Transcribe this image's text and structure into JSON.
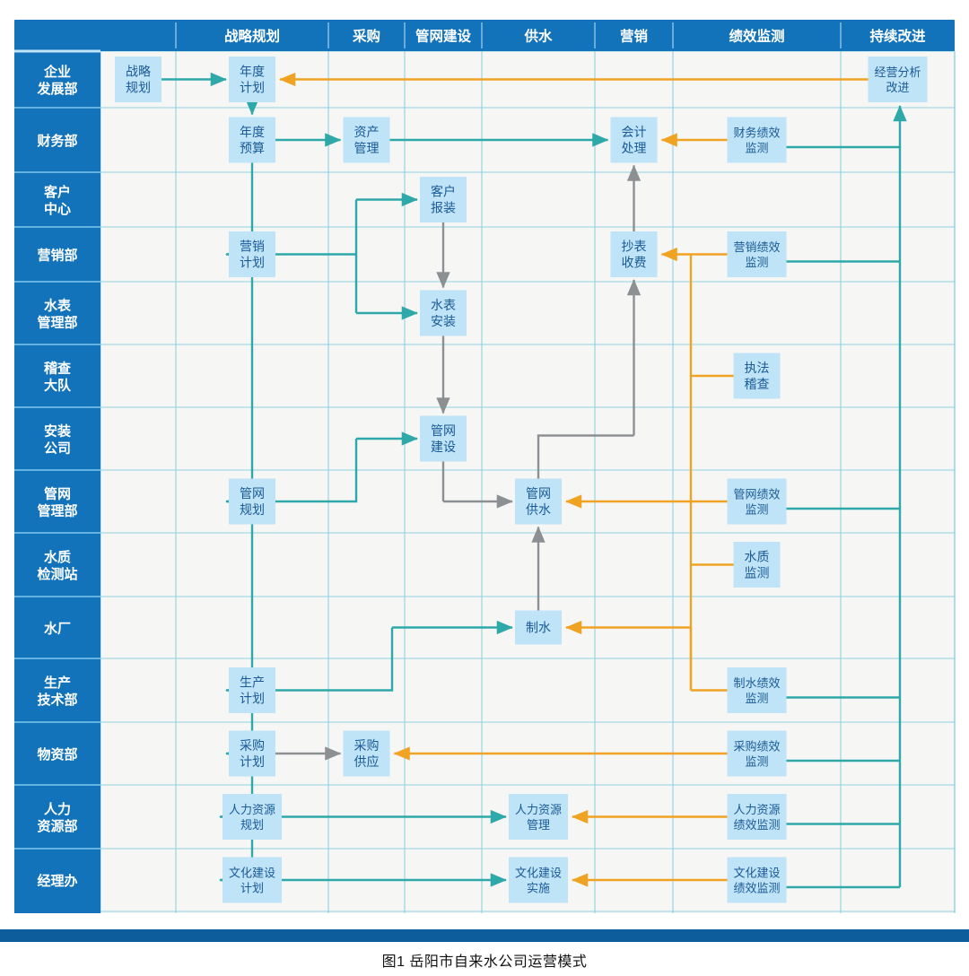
{
  "caption": "图1   岳阳市自来水公司运营模式",
  "colors": {
    "header_blue": "#1273ba",
    "header_blue_dark": "#0d5c9c",
    "bottom_bar": "#0d5c9c",
    "grid_line": "#8fd0e0",
    "cell_bg": "#f6f7f5",
    "node_fill": "#bfe3f7",
    "node_text": "#1a5a96",
    "arrow_teal": "#2fa8aa",
    "arrow_gray": "#8d9093",
    "arrow_orange": "#f0a323"
  },
  "columns": [
    {
      "id": "dept",
      "label": ""
    },
    {
      "id": "blank",
      "label": ""
    },
    {
      "id": "strategy",
      "label": "战略规划"
    },
    {
      "id": "purchase",
      "label": "采购"
    },
    {
      "id": "pipeline",
      "label": "管网建设"
    },
    {
      "id": "supply",
      "label": "供水"
    },
    {
      "id": "market",
      "label": "营销"
    },
    {
      "id": "perf",
      "label": "绩效监测"
    },
    {
      "id": "improve",
      "label": "持续改进"
    }
  ],
  "rows": [
    {
      "id": "r1",
      "label": "企业\n发展部",
      "lines": [
        "企业",
        "发展部"
      ]
    },
    {
      "id": "r2",
      "label": "财务部",
      "lines": [
        "财务部"
      ]
    },
    {
      "id": "r3",
      "label": "客户\n中心",
      "lines": [
        "客户",
        "中心"
      ]
    },
    {
      "id": "r4",
      "label": "营销部",
      "lines": [
        "营销部"
      ]
    },
    {
      "id": "r5",
      "label": "水表\n管理部",
      "lines": [
        "水表",
        "管理部"
      ]
    },
    {
      "id": "r6",
      "label": "稽查\n大队",
      "lines": [
        "稽查",
        "大队"
      ]
    },
    {
      "id": "r7",
      "label": "安装\n公司",
      "lines": [
        "安装",
        "公司"
      ]
    },
    {
      "id": "r8",
      "label": "管网\n管理部",
      "lines": [
        "管网",
        "管理部"
      ]
    },
    {
      "id": "r9",
      "label": "水质\n检测站",
      "lines": [
        "水质",
        "检测站"
      ]
    },
    {
      "id": "r10",
      "label": "水厂",
      "lines": [
        "水厂"
      ]
    },
    {
      "id": "r11",
      "label": "生产\n技术部",
      "lines": [
        "生产",
        "技术部"
      ]
    },
    {
      "id": "r12",
      "label": "物资部",
      "lines": [
        "物资部"
      ]
    },
    {
      "id": "r13",
      "label": "人力\n资源部",
      "lines": [
        "人力",
        "资源部"
      ]
    },
    {
      "id": "r14",
      "label": "经理办",
      "lines": [
        "经理办"
      ]
    }
  ],
  "nodes": [
    {
      "id": "n_strategy_plan",
      "lines": [
        "战略",
        "规划"
      ],
      "row": "r1",
      "col": "blank"
    },
    {
      "id": "n_annual_plan",
      "lines": [
        "年度",
        "计划"
      ],
      "row": "r1",
      "col": "strategy"
    },
    {
      "id": "n_biz_analysis",
      "lines": [
        "经营分析",
        "改进"
      ],
      "row": "r1",
      "col": "improve"
    },
    {
      "id": "n_annual_budget",
      "lines": [
        "年度",
        "预算"
      ],
      "row": "r2",
      "col": "strategy"
    },
    {
      "id": "n_asset_mgmt",
      "lines": [
        "资产",
        "管理"
      ],
      "row": "r2",
      "col": "purchase"
    },
    {
      "id": "n_accounting",
      "lines": [
        "会计",
        "处理"
      ],
      "row": "r2",
      "col": "market"
    },
    {
      "id": "n_fin_perf",
      "lines": [
        "财务绩效",
        "监测"
      ],
      "row": "r2",
      "col": "perf"
    },
    {
      "id": "n_cust_apply",
      "lines": [
        "客户",
        "报装"
      ],
      "row": "r3",
      "col": "pipeline"
    },
    {
      "id": "n_market_plan",
      "lines": [
        "营销",
        "计划"
      ],
      "row": "r4",
      "col": "strategy"
    },
    {
      "id": "n_meter_billing",
      "lines": [
        "抄表",
        "收费"
      ],
      "row": "r4",
      "col": "market"
    },
    {
      "id": "n_market_perf",
      "lines": [
        "营销绩效",
        "监测"
      ],
      "row": "r4",
      "col": "perf"
    },
    {
      "id": "n_meter_install",
      "lines": [
        "水表",
        "安装"
      ],
      "row": "r5",
      "col": "pipeline"
    },
    {
      "id": "n_enforcement",
      "lines": [
        "执法",
        "稽查"
      ],
      "row": "r6",
      "col": "perf"
    },
    {
      "id": "n_pipe_build",
      "lines": [
        "管网",
        "建设"
      ],
      "row": "r7",
      "col": "pipeline"
    },
    {
      "id": "n_pipe_plan",
      "lines": [
        "管网",
        "规划"
      ],
      "row": "r8",
      "col": "strategy"
    },
    {
      "id": "n_pipe_supply",
      "lines": [
        "管网",
        "供水"
      ],
      "row": "r8",
      "col": "supply"
    },
    {
      "id": "n_pipe_perf",
      "lines": [
        "管网绩效",
        "监测"
      ],
      "row": "r8",
      "col": "perf"
    },
    {
      "id": "n_quality_mon",
      "lines": [
        "水质",
        "监测"
      ],
      "row": "r9",
      "col": "perf"
    },
    {
      "id": "n_water_prod",
      "lines": [
        "制水"
      ],
      "row": "r10",
      "col": "supply"
    },
    {
      "id": "n_prod_plan",
      "lines": [
        "生产",
        "计划"
      ],
      "row": "r11",
      "col": "strategy"
    },
    {
      "id": "n_prod_perf",
      "lines": [
        "制水绩效",
        "监测"
      ],
      "row": "r11",
      "col": "perf"
    },
    {
      "id": "n_purchase_plan",
      "lines": [
        "采购",
        "计划"
      ],
      "row": "r12",
      "col": "strategy"
    },
    {
      "id": "n_purchase_supply",
      "lines": [
        "采购",
        "供应"
      ],
      "row": "r12",
      "col": "purchase"
    },
    {
      "id": "n_purchase_perf",
      "lines": [
        "采购绩效",
        "监测"
      ],
      "row": "r12",
      "col": "perf"
    },
    {
      "id": "n_hr_plan",
      "lines": [
        "人力资源",
        "规划"
      ],
      "row": "r13",
      "col": "strategy"
    },
    {
      "id": "n_hr_mgmt",
      "lines": [
        "人力资源",
        "管理"
      ],
      "row": "r13",
      "col": "supply"
    },
    {
      "id": "n_hr_perf",
      "lines": [
        "人力资源",
        "绩效监测"
      ],
      "row": "r13",
      "col": "perf"
    },
    {
      "id": "n_culture_plan",
      "lines": [
        "文化建设",
        "计划"
      ],
      "row": "r14",
      "col": "strategy"
    },
    {
      "id": "n_culture_impl",
      "lines": [
        "文化建设",
        "实施"
      ],
      "row": "r14",
      "col": "supply"
    },
    {
      "id": "n_culture_perf",
      "lines": [
        "文化建设",
        "绩效监测"
      ],
      "row": "r14",
      "col": "perf"
    }
  ],
  "flows": [
    {
      "from": "n_strategy_plan",
      "to": "n_annual_plan",
      "color": "teal"
    },
    {
      "from": "n_annual_plan",
      "to": "n_annual_budget",
      "color": "teal"
    },
    {
      "from": "n_biz_analysis",
      "to": "n_annual_plan",
      "color": "orange"
    },
    {
      "from": "n_annual_budget",
      "to": "n_asset_mgmt",
      "color": "teal"
    },
    {
      "from": "n_asset_mgmt",
      "to": "n_accounting",
      "color": "teal"
    },
    {
      "from": "n_fin_perf",
      "to": "n_accounting",
      "color": "orange"
    },
    {
      "from": "n_fin_perf",
      "to": "n_biz_analysis",
      "color": "teal"
    },
    {
      "from": "n_annual_budget",
      "to": "n_market_plan",
      "color": "teal"
    },
    {
      "from": "n_market_plan",
      "to": "n_cust_apply",
      "color": "teal"
    },
    {
      "from": "n_market_plan",
      "to": "n_meter_install",
      "color": "teal"
    },
    {
      "from": "n_cust_apply",
      "to": "n_meter_install",
      "color": "gray"
    },
    {
      "from": "n_meter_install",
      "to": "n_pipe_build",
      "color": "gray"
    },
    {
      "from": "n_meter_billing",
      "to": "n_accounting",
      "color": "gray"
    },
    {
      "from": "n_market_perf",
      "to": "n_meter_billing",
      "color": "orange"
    },
    {
      "from": "n_market_perf",
      "to": "n_biz_analysis",
      "color": "teal"
    },
    {
      "from": "n_pipe_plan",
      "to": "n_pipe_build",
      "color": "teal"
    },
    {
      "from": "n_pipe_build",
      "to": "n_pipe_supply",
      "color": "gray"
    },
    {
      "from": "n_pipe_supply",
      "to": "n_meter_billing",
      "color": "gray"
    },
    {
      "from": "n_pipe_perf",
      "to": "n_pipe_supply",
      "color": "orange"
    },
    {
      "from": "n_pipe_perf",
      "to": "n_biz_analysis",
      "color": "teal"
    },
    {
      "from": "n_water_prod",
      "to": "n_pipe_supply",
      "color": "gray"
    },
    {
      "from": "n_prod_plan",
      "to": "n_water_prod",
      "color": "teal"
    },
    {
      "from": "n_prod_perf",
      "to": "n_water_prod",
      "color": "orange"
    },
    {
      "from": "n_prod_perf",
      "to": "n_biz_analysis",
      "color": "teal"
    },
    {
      "from": "n_enforcement",
      "to": "n_meter_billing",
      "color": "orange"
    },
    {
      "from": "n_quality_mon",
      "to": "n_pipe_supply",
      "color": "orange"
    },
    {
      "from": "n_annual_budget",
      "to": "n_prod_plan",
      "color": "teal"
    },
    {
      "from": "n_annual_budget",
      "to": "n_purchase_plan",
      "color": "teal"
    },
    {
      "from": "n_purchase_plan",
      "to": "n_purchase_supply",
      "color": "gray"
    },
    {
      "from": "n_purchase_perf",
      "to": "n_purchase_supply",
      "color": "orange"
    },
    {
      "from": "n_purchase_perf",
      "to": "n_biz_analysis",
      "color": "teal"
    },
    {
      "from": "n_annual_budget",
      "to": "n_hr_plan",
      "color": "teal"
    },
    {
      "from": "n_hr_plan",
      "to": "n_hr_mgmt",
      "color": "teal"
    },
    {
      "from": "n_hr_perf",
      "to": "n_hr_mgmt",
      "color": "orange"
    },
    {
      "from": "n_hr_perf",
      "to": "n_biz_analysis",
      "color": "teal"
    },
    {
      "from": "n_annual_budget",
      "to": "n_culture_plan",
      "color": "teal"
    },
    {
      "from": "n_culture_plan",
      "to": "n_culture_impl",
      "color": "teal"
    },
    {
      "from": "n_culture_perf",
      "to": "n_culture_impl",
      "color": "orange"
    },
    {
      "from": "n_culture_perf",
      "to": "n_biz_analysis",
      "color": "teal"
    }
  ]
}
